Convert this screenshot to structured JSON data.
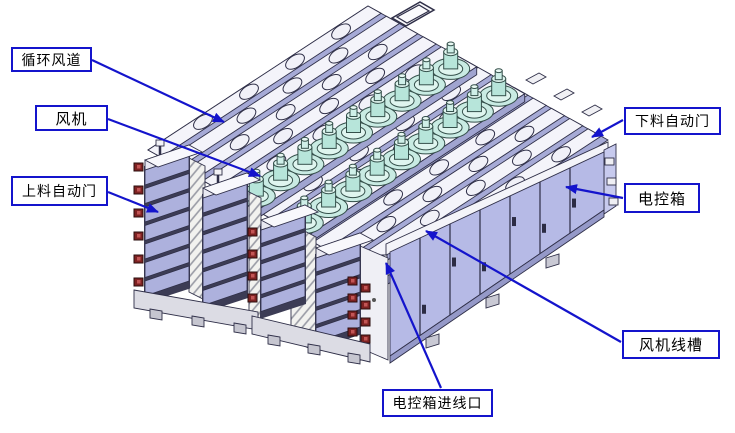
{
  "diagram": {
    "labels": [
      {
        "id": "circulation-air-duct",
        "text": "循环风道"
      },
      {
        "id": "fan",
        "text": "风机"
      },
      {
        "id": "loading-auto-door",
        "text": "上料自动门"
      },
      {
        "id": "unloading-auto-door",
        "text": "下料自动门"
      },
      {
        "id": "electric-control-box",
        "text": "电控箱"
      },
      {
        "id": "fan-wire-duct",
        "text": "风机线槽"
      },
      {
        "id": "control-box-wire-inlet",
        "text": "电控箱进线口"
      }
    ],
    "colors": {
      "annotation_blue": "#1414CC",
      "machine_body_lavender": "#B6BAE6",
      "roof_white": "#F4F4FA",
      "roof_gap_lavender": "#A6AAD6",
      "fan_cyan": "#C9EBE3",
      "clamp_red": "#7E2222",
      "base_gray": "#DCDCE4",
      "label_text": "#000000"
    }
  }
}
